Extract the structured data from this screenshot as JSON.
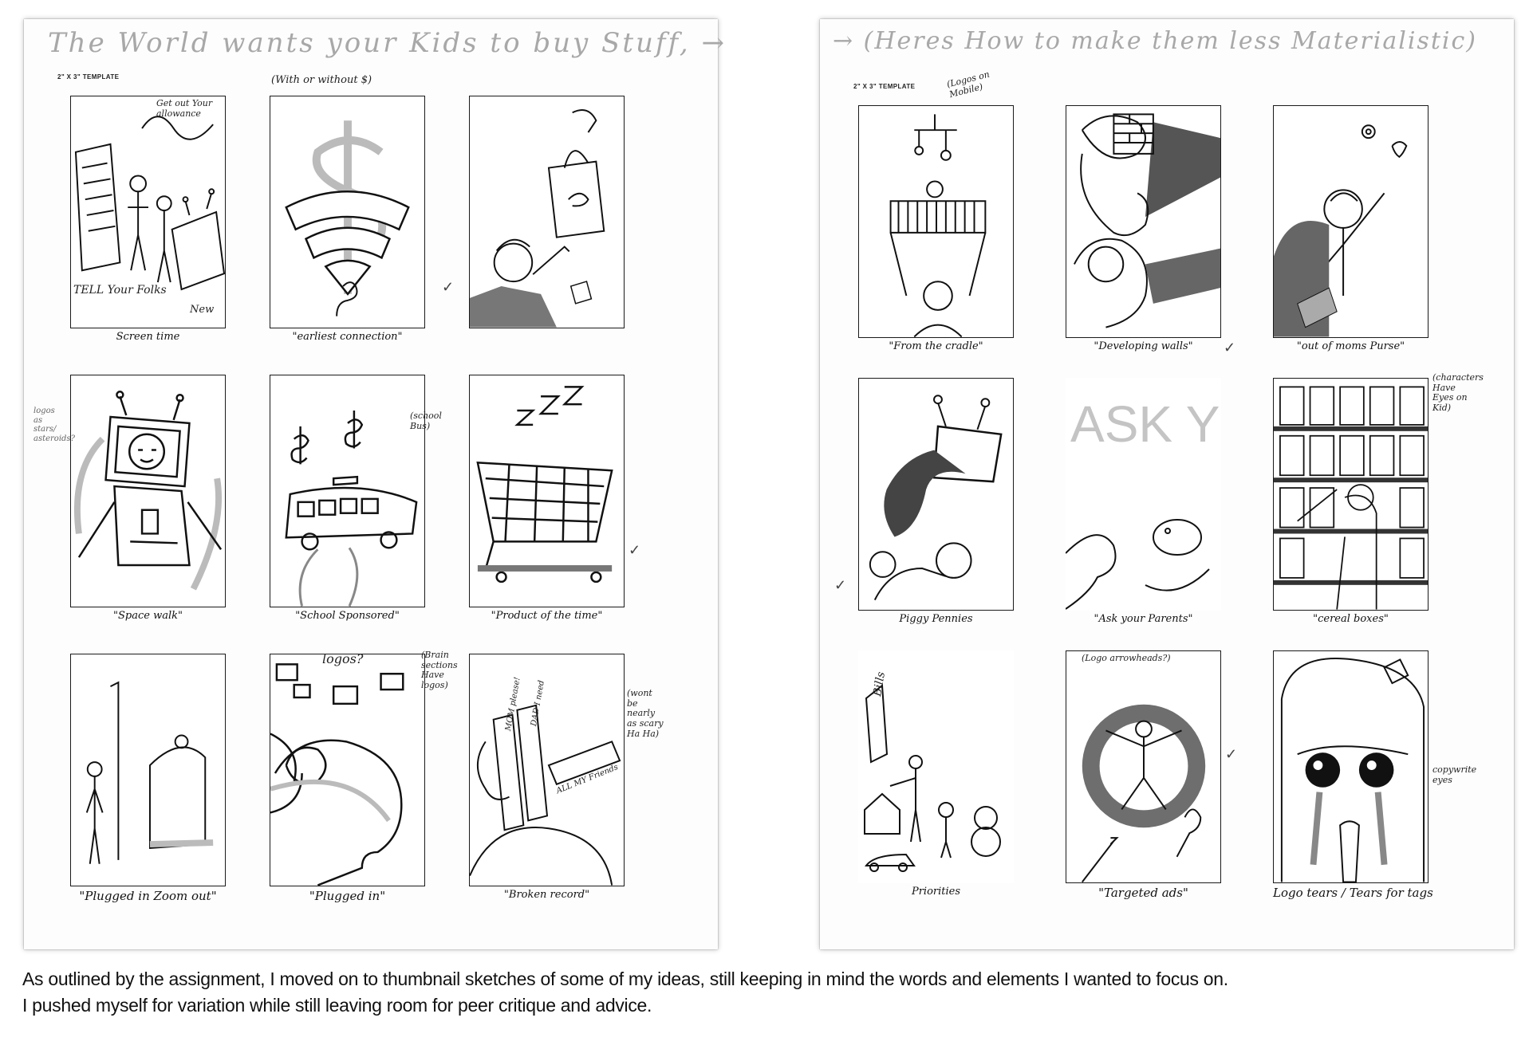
{
  "left_sheet": {
    "heading": "The World wants your Kids to buy Stuff, →",
    "template_label": "2\" X 3\" TEMPLATE",
    "thumbnails": [
      {
        "caption": "Screen time",
        "notes": [
          "Get out Your allowance",
          "TELL Your Folks",
          "New"
        ]
      },
      {
        "caption": "\"earliest connection\"",
        "notes": [
          "(With or without $)"
        ]
      },
      {
        "caption": "",
        "notes": []
      },
      {
        "caption": "\"Space walk\"",
        "notes": [
          "logos as stars/ asteroids?"
        ]
      },
      {
        "caption": "\"School Sponsored\"",
        "notes": [
          "(school Bus)"
        ]
      },
      {
        "caption": "\"Product of the time\"",
        "notes": []
      },
      {
        "caption": "\"Plugged in Zoom out\"",
        "notes": []
      },
      {
        "caption": "\"Plugged in\"",
        "notes": [
          "(Brain sections Have logos)",
          "logos?"
        ]
      },
      {
        "caption": "\"Broken record\"",
        "notes": [
          "(wont be nearly as scary Ha Ha)",
          "MOM please!",
          "DAD I need",
          "ALL MY Friends"
        ]
      }
    ]
  },
  "right_sheet": {
    "heading": "→ (Heres How to make them less Materialistic)",
    "template_label": "2\" X 3\" TEMPLATE",
    "thumbnails": [
      {
        "caption": "\"From the cradle\"",
        "notes": [
          "(Logos on Mobile)"
        ]
      },
      {
        "caption": "\"Developing walls\"",
        "notes": []
      },
      {
        "caption": "\"out of moms Purse\"",
        "notes": []
      },
      {
        "caption": "Piggy Pennies",
        "notes": []
      },
      {
        "caption": "\"Ask your Parents\"",
        "notes": [
          "ASK YOUR PARE"
        ]
      },
      {
        "caption": "\"cereal boxes\"",
        "notes": [
          "(characters Have Eyes on Kid)"
        ]
      },
      {
        "caption": "Priorities",
        "notes": [
          "Bills"
        ]
      },
      {
        "caption": "\"Targeted ads\"",
        "notes": [
          "(Logo arrowheads?)"
        ]
      },
      {
        "caption": "Logo tears / Tears for tags",
        "notes": [
          "copywrite eyes"
        ]
      }
    ]
  },
  "caption": [
    "As outlined by the assignment, I moved on to thumbnail sketches of some of my ideas, still keeping in mind the words and elements I wanted to focus on.",
    "I pushed myself for variation while still leaving room for peer critique and advice."
  ]
}
